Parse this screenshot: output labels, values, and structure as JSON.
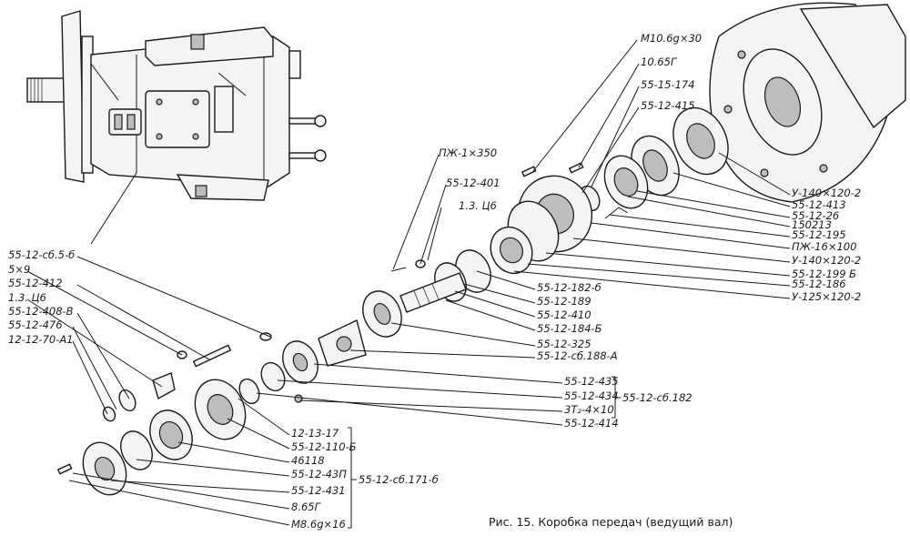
{
  "figure": {
    "caption": "Рис. 15. Коробка передач (ведущий вал)",
    "labels_left": [
      "55-12-сб.5-б",
      "5×9",
      "55-12-412",
      "1.3. Ц6",
      "55-12-408-В",
      "55-12-476",
      "12-12-70-А1"
    ],
    "labels_top": [
      "ПЖ-1×350",
      "55-12-401",
      "1.3. Ц6",
      "М10.6g×30",
      "10.65Г",
      "55-15-174",
      "55-12-415"
    ],
    "labels_right": [
      "У-140×120-2",
      "55-12-413",
      "55-12-26",
      "150213",
      "55-12-195",
      "ПЖ-16×100",
      "У-140×120-2",
      "55-12-199 Б",
      "55-12-186",
      "У-125×120-2"
    ],
    "labels_center": [
      "55-12-182-б",
      "55-12-189",
      "55-12-410",
      "55-12-184-Б",
      "55-12-325",
      "55-12-сб.188-А"
    ],
    "group_182": {
      "items": [
        "55-12-435",
        "55-12-434",
        "3Т₂-4×10"
      ],
      "group_label": "55-12-сб.182"
    },
    "label_414": "55-12-414",
    "group_171": {
      "items": [
        "12-13-17",
        "55-12-110-Б",
        "46118",
        "55-12-43П",
        "55-12-431",
        "8.65Г",
        "М8.6g×16"
      ],
      "group_label": "55-12-сб.171-б"
    }
  }
}
